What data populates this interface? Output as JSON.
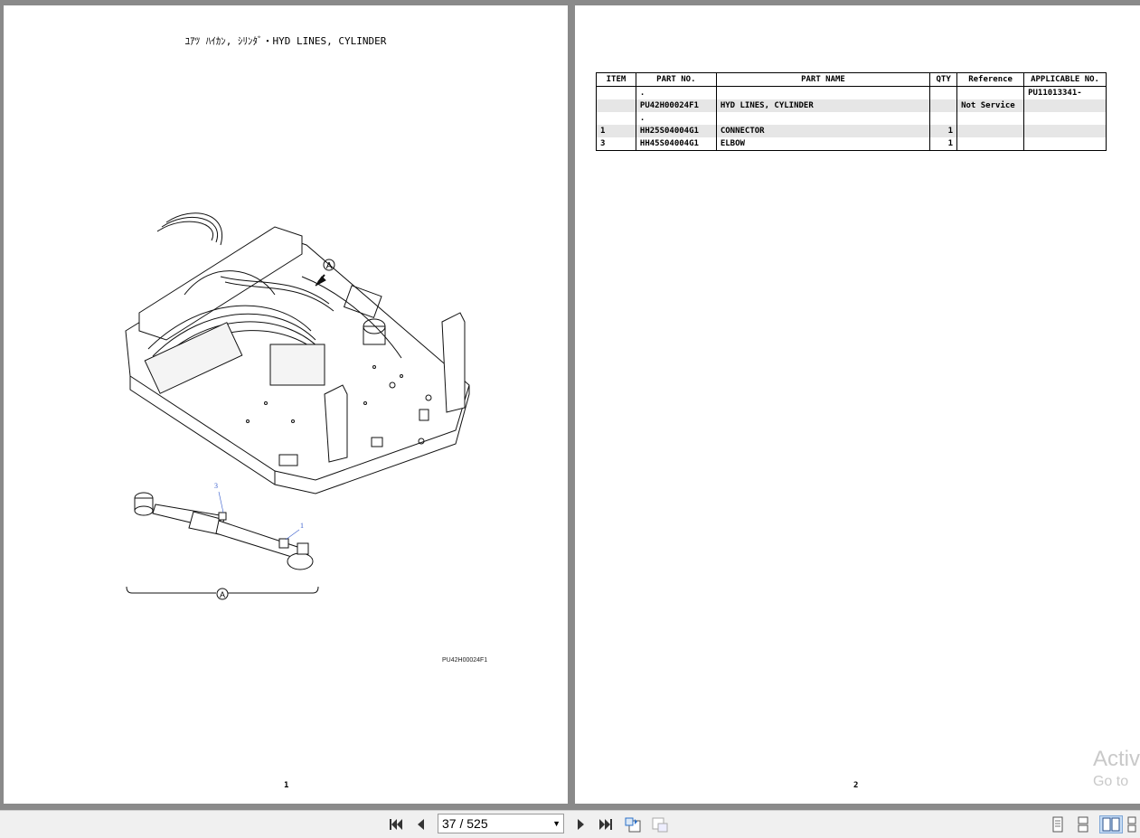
{
  "left_page": {
    "title": "ﾕｱﾂ ﾊｲｶﾝ, ｼﾘﾝﾀﾞ・HYD LINES, CYLINDER",
    "drawing_id": "PU42H00024F1",
    "callouts": {
      "view_a": "A",
      "item_3": "3",
      "item_1": "1"
    },
    "page_number": "1"
  },
  "right_page": {
    "page_number": "2",
    "table": {
      "headers": [
        "ITEM",
        "PART NO.",
        "PART NAME",
        "QTY",
        "Reference",
        "APPLICABLE NO."
      ],
      "rows": [
        {
          "item": "",
          "part_no": ".",
          "part_name": "",
          "qty": "",
          "reference": "",
          "applicable": "PU11013341-"
        },
        {
          "item": "",
          "part_no": "PU42H00024F1",
          "part_name": "HYD LINES, CYLINDER",
          "qty": "",
          "reference": "Not Service",
          "applicable": ""
        },
        {
          "item": "",
          "part_no": ".",
          "part_name": "",
          "qty": "",
          "reference": "",
          "applicable": ""
        },
        {
          "item": "1",
          "part_no": "HH25S04004G1",
          "part_name": "CONNECTOR",
          "qty": "1",
          "reference": "",
          "applicable": ""
        },
        {
          "item": "3",
          "part_no": "HH45S04004G1",
          "part_name": "ELBOW",
          "qty": "1",
          "reference": "",
          "applicable": ""
        }
      ]
    }
  },
  "watermark": {
    "line1": "Activ",
    "line2": "Go to"
  },
  "toolbar": {
    "page_indicator": "37 / 525",
    "icons": [
      "first-page-icon",
      "prev-page-icon",
      "next-page-icon",
      "last-page-icon",
      "go-back-icon",
      "go-forward-icon",
      "single-page-view-icon",
      "continuous-view-icon",
      "two-page-view-icon",
      "two-page-continuous-view-icon"
    ]
  }
}
